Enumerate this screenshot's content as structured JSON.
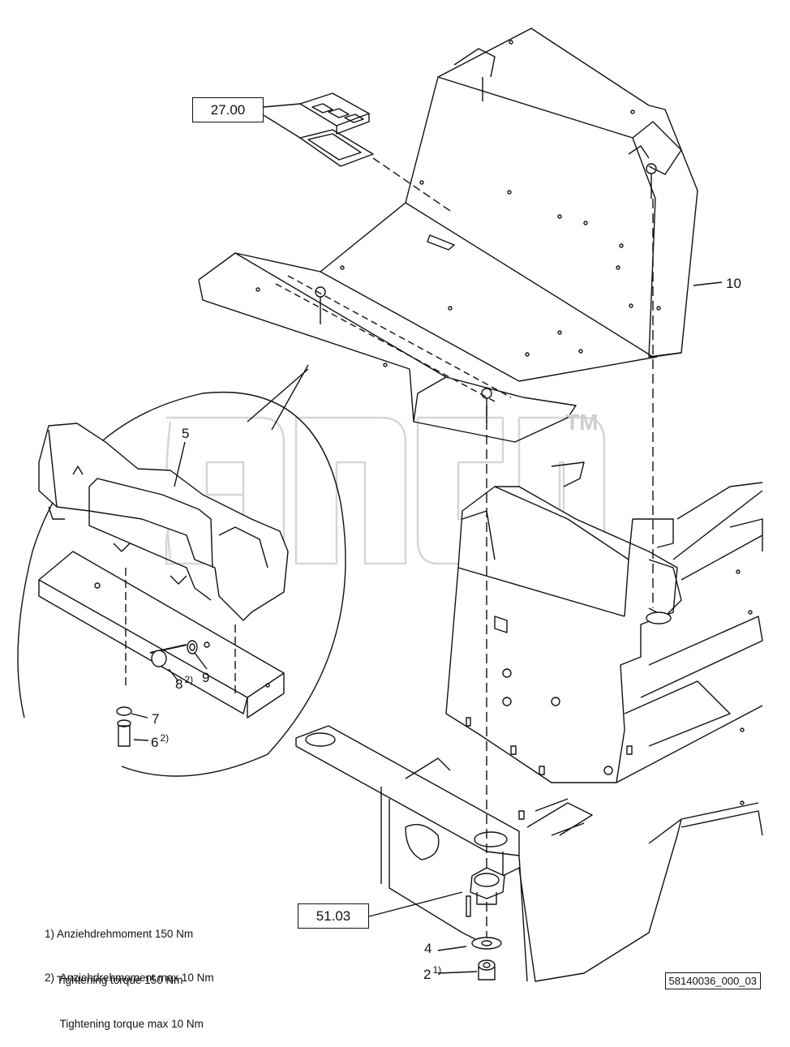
{
  "callouts": {
    "ref_27": "27.00",
    "ref_51": "51.03",
    "item_10": "10",
    "item_5": "5",
    "item_9": "9",
    "item_8": "8",
    "item_8_sup": "2)",
    "item_7": "7",
    "item_6": "6",
    "item_6_sup": "2)",
    "item_4": "4",
    "item_2": "2",
    "item_2_sup": "1)"
  },
  "notes": {
    "note1_de": "1) Anziehdrehmoment 150 Nm",
    "note1_en": "    Tightening torque 150 Nm",
    "note2_de": "2)  Anziehdrehmoment max 10 Nm",
    "note2_en": "     Tightening torque max 10 Nm"
  },
  "watermark": {
    "tm": "TM"
  },
  "document_id": "58140036_000_03",
  "colors": {
    "line": "#111111",
    "watermark": "#d6d6d6"
  }
}
